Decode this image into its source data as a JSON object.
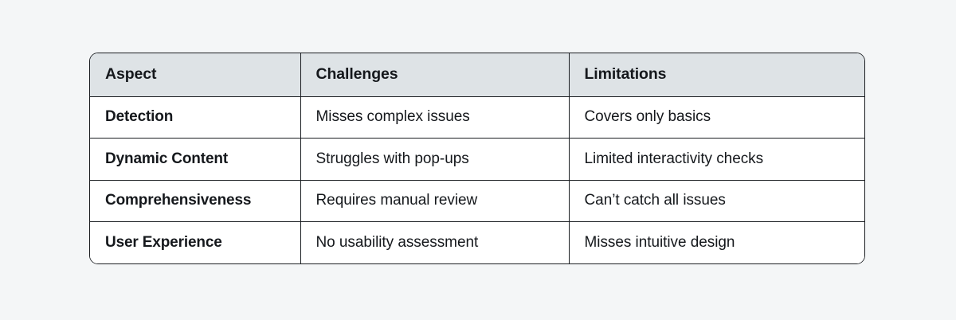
{
  "page": {
    "background_color": "#f4f6f7"
  },
  "table": {
    "name": "aspect-challenges-limitations-table",
    "border_color": "#1a1d21",
    "header_background": "#dee3e6",
    "body_background": "#ffffff",
    "text_color": "#15181c",
    "columns": [
      {
        "key": "aspect",
        "label": "Aspect"
      },
      {
        "key": "challenges",
        "label": "Challenges"
      },
      {
        "key": "limitations",
        "label": "Limitations"
      }
    ],
    "rows": [
      {
        "aspect": "Detection",
        "challenges": "Misses complex issues",
        "limitations": "Covers only basics"
      },
      {
        "aspect": "Dynamic Content",
        "challenges": "Struggles with pop-ups",
        "limitations": "Limited interactivity checks"
      },
      {
        "aspect": "Comprehensiveness",
        "challenges": "Requires manual review",
        "limitations": "Can’t catch all issues"
      },
      {
        "aspect": "User Experience",
        "challenges": "No usability assessment",
        "limitations": "Misses intuitive design"
      }
    ]
  }
}
